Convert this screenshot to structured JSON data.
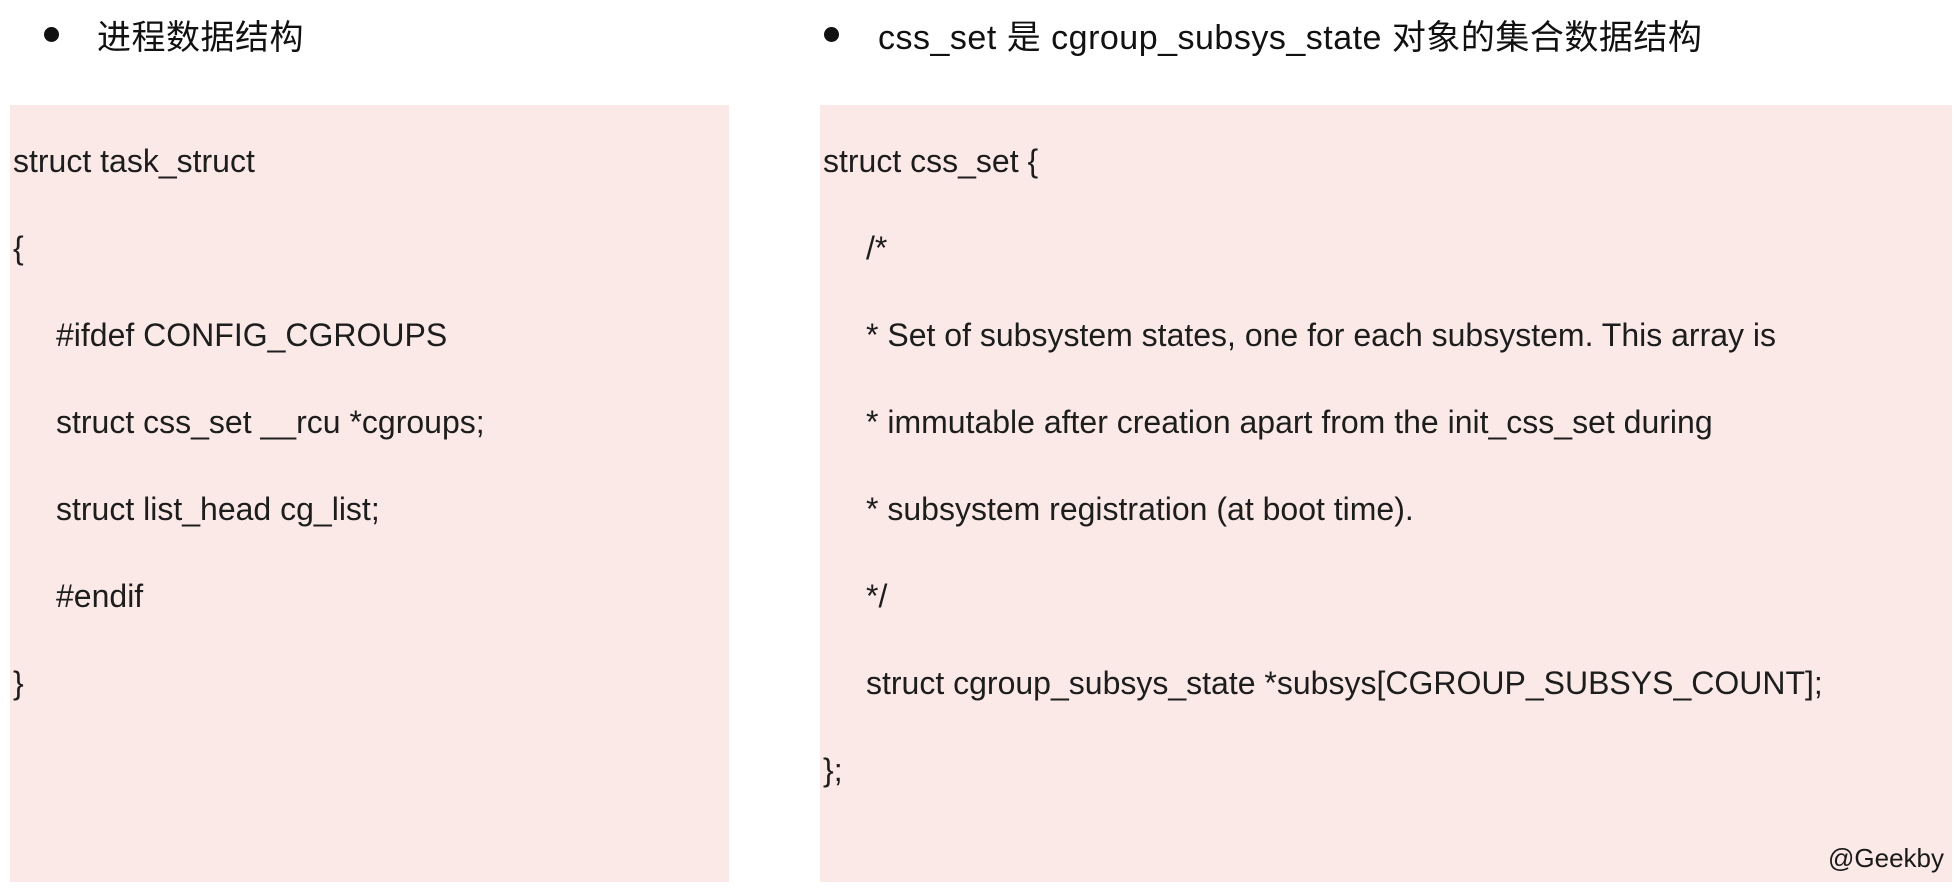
{
  "colors": {
    "page_background": "#ffffff",
    "code_background": "#fae9e6",
    "text": "#1d1d1d"
  },
  "sections": [
    {
      "heading": "进程数据结构",
      "code_lines": [
        {
          "text": "struct task_struct",
          "indent": 0
        },
        {
          "text": "{",
          "indent": 0
        },
        {
          "text": "#ifdef CONFIG_CGROUPS",
          "indent": 1
        },
        {
          "text": "struct css_set __rcu *cgroups;",
          "indent": 1
        },
        {
          "text": "struct list_head cg_list;",
          "indent": 1
        },
        {
          "text": "#endif",
          "indent": 1
        },
        {
          "text": "}",
          "indent": 0
        }
      ]
    },
    {
      "heading": "css_set 是 cgroup_subsys_state 对象的集合数据结构",
      "code_lines": [
        {
          "text": "struct css_set {",
          "indent": 0
        },
        {
          "text": "/*",
          "indent": 1
        },
        {
          "text": "* Set of subsystem states, one for each subsystem. This array is",
          "indent": 1
        },
        {
          "text": "* immutable after creation apart from the init_css_set during",
          "indent": 1
        },
        {
          "text": "* subsystem registration (at boot time).",
          "indent": 1
        },
        {
          "text": "*/",
          "indent": 1
        },
        {
          "text": "struct cgroup_subsys_state *subsys[CGROUP_SUBSYS_COUNT];",
          "indent": 1
        },
        {
          "text": "};",
          "indent": 0
        }
      ]
    }
  ],
  "watermark": "@Geekby"
}
